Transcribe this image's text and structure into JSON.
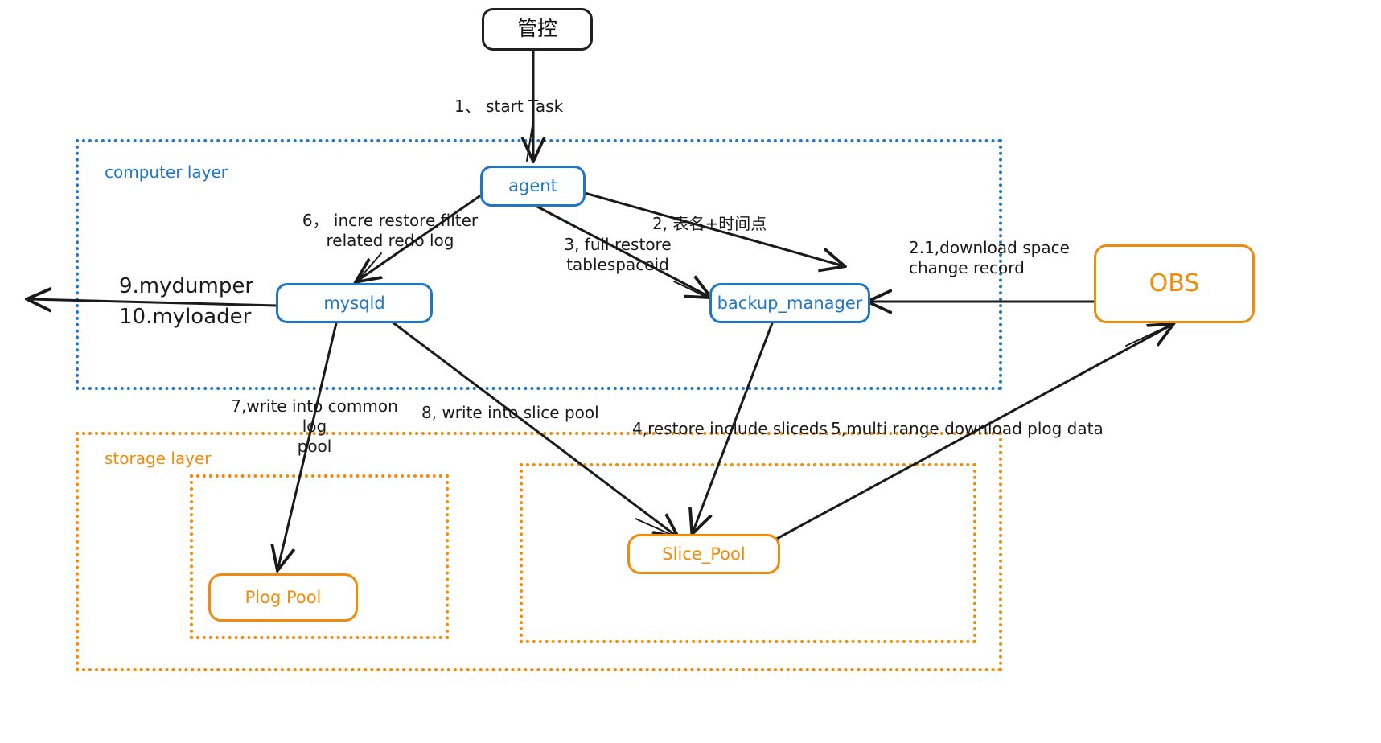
{
  "diagram": {
    "title_node": {
      "label": "管控"
    },
    "containers": [
      {
        "id": "computer-layer",
        "label": "computer layer",
        "color": "#1f77c4"
      },
      {
        "id": "storage-layer",
        "label": "storage layer",
        "color": "#ef8c0b"
      },
      {
        "id": "plog-group",
        "label": "",
        "color": "#ef8c0b"
      },
      {
        "id": "slice-group",
        "label": "",
        "color": "#ef8c0b"
      }
    ],
    "nodes": [
      {
        "id": "agent",
        "label": "agent",
        "color": "#1f77c4"
      },
      {
        "id": "mysqld",
        "label": "mysqld",
        "color": "#1f77c4"
      },
      {
        "id": "backup_manager",
        "label": "backup_manager",
        "color": "#1f77c4"
      },
      {
        "id": "obs",
        "label": "OBS",
        "color": "#ef8c0b"
      },
      {
        "id": "plog_pool",
        "label": "Plog Pool",
        "color": "#ef8c0b"
      },
      {
        "id": "slice_pool",
        "label": "Slice_Pool",
        "color": "#ef8c0b"
      }
    ],
    "edges": [
      {
        "id": "e1",
        "label": "1、 start Task"
      },
      {
        "id": "e6",
        "label": "6， incre restore,filter\nrelated redo log"
      },
      {
        "id": "e3",
        "label": "3, full restore\ntablespaceid"
      },
      {
        "id": "e2",
        "label": "2, 表名+时间点"
      },
      {
        "id": "e21",
        "label": "2.1,download space\nchange record"
      },
      {
        "id": "e9",
        "label": "9.mydumper"
      },
      {
        "id": "e10",
        "label": "10.myloader"
      },
      {
        "id": "e7",
        "label": "7,write into common log\npool"
      },
      {
        "id": "e8",
        "label": "8, write into slice pool"
      },
      {
        "id": "e4",
        "label": "4,restore include sliceds"
      },
      {
        "id": "e5",
        "label": "5,multi range download plog data"
      }
    ]
  }
}
